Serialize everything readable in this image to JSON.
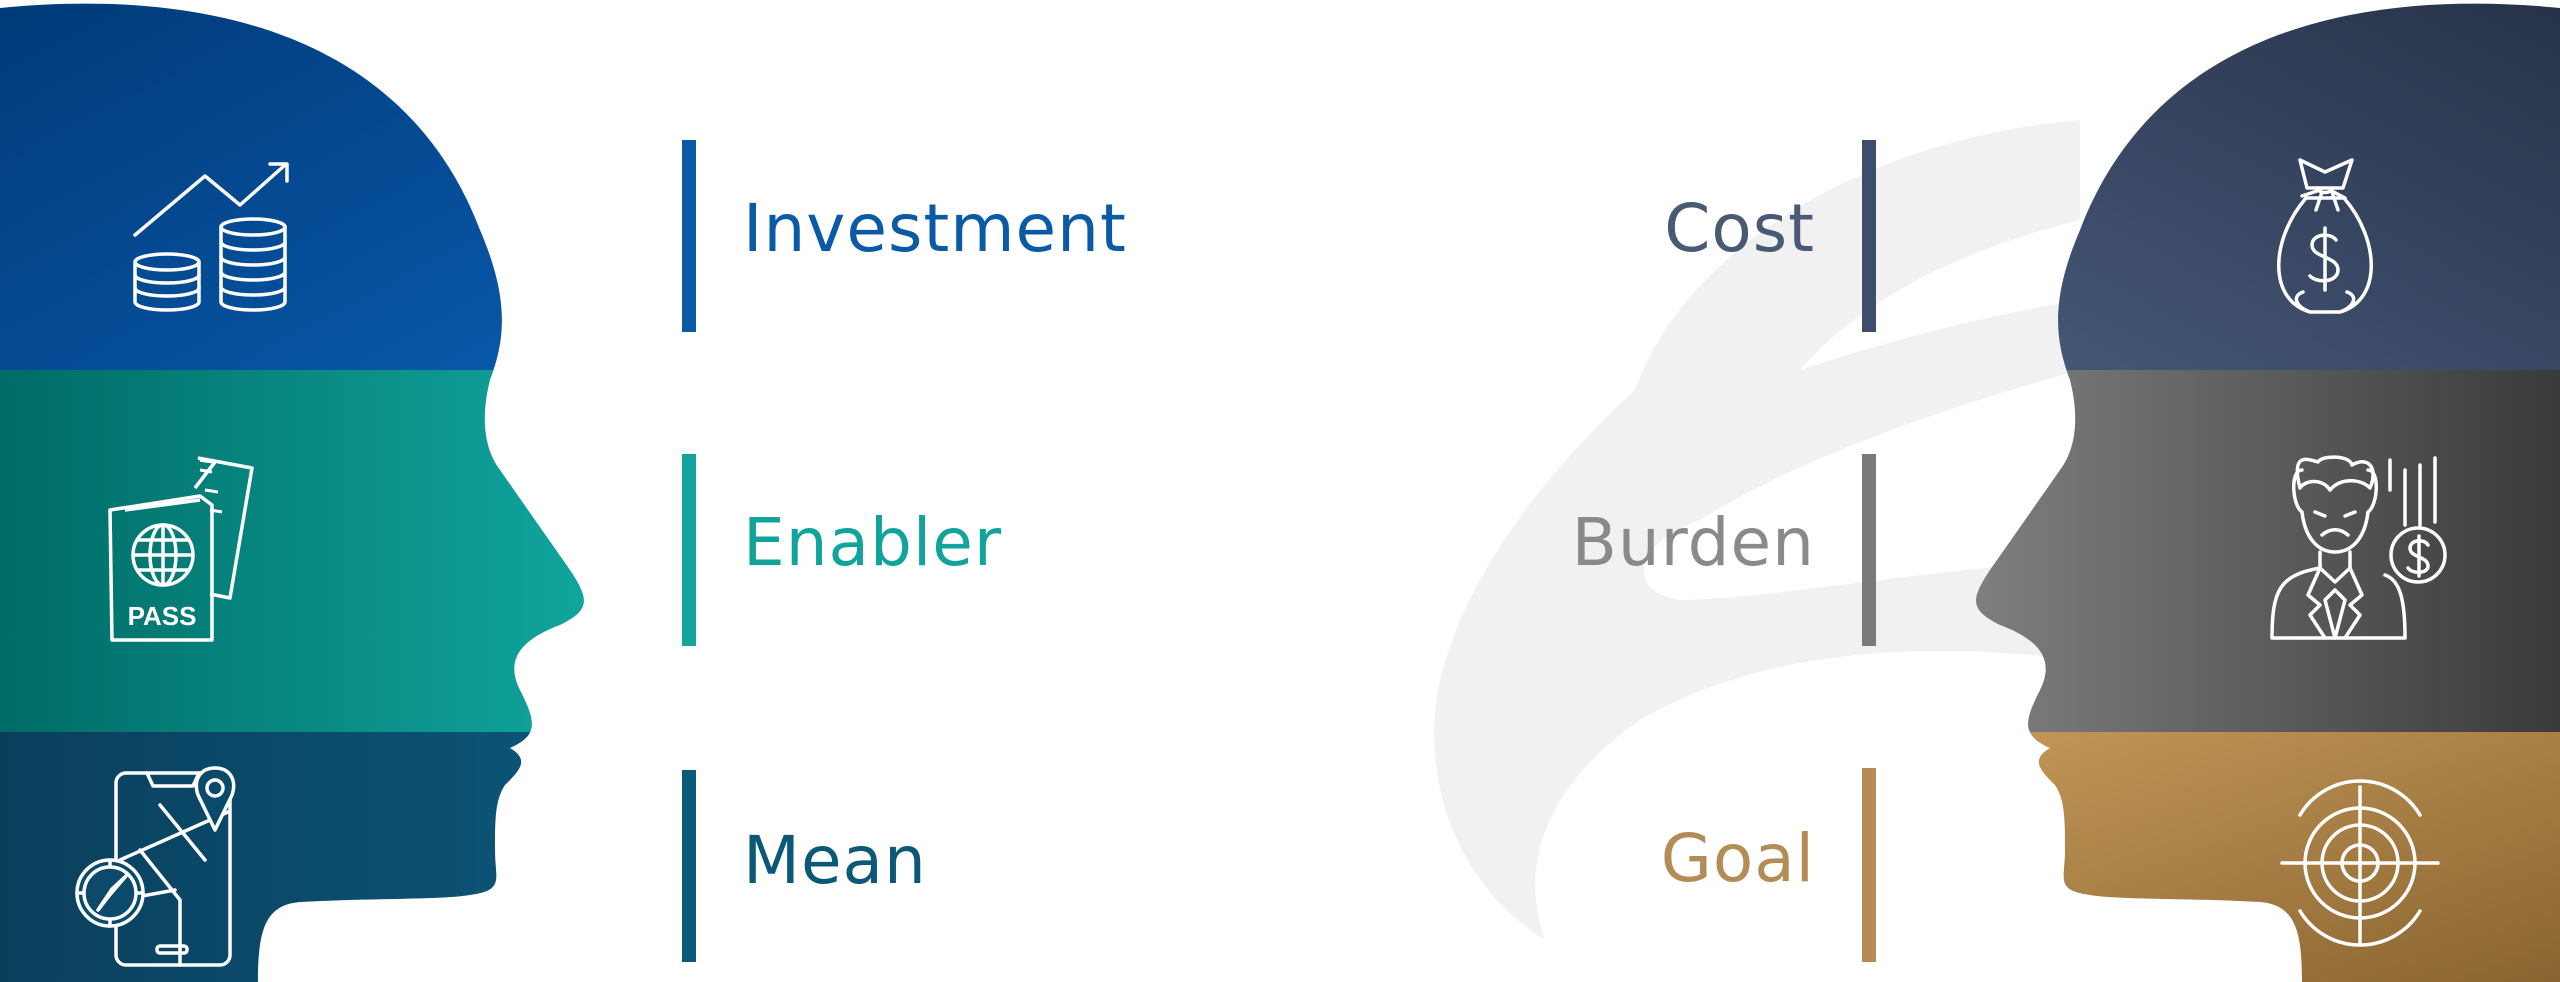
{
  "left_concepts": [
    {
      "label": "Investment",
      "color": "#0B5AA6",
      "icon": "coins-growth-icon"
    },
    {
      "label": "Enabler",
      "color": "#12A49C",
      "icon": "passport-ticket-icon"
    },
    {
      "label": "Mean",
      "color": "#0B5878",
      "icon": "phone-map-compass-icon"
    }
  ],
  "right_concepts": [
    {
      "label": "Cost",
      "color": "#3C4E6C",
      "icon": "money-bag-icon"
    },
    {
      "label": "Burden",
      "color": "#7A7A7A",
      "icon": "stressed-man-icon"
    },
    {
      "label": "Goal",
      "color": "#B48C55",
      "icon": "target-icon"
    }
  ],
  "icon_labels": {
    "passport": "PASS"
  },
  "colors": {
    "blue_dark": "#003A78",
    "blue_light": "#0A5CB0",
    "teal_dark": "#006B66",
    "teal_light": "#14B0A8",
    "navy_dark": "#0A3F5C",
    "navy_light": "#0C5A7E",
    "slate_dark": "#2A3750",
    "slate_light": "#46587A",
    "gray_dark": "#3A3A3A",
    "gray_light": "#8A8A8A",
    "gold_dark": "#8A6430",
    "gold_light": "#C49A5A",
    "watermark": "#F1F1F1"
  }
}
